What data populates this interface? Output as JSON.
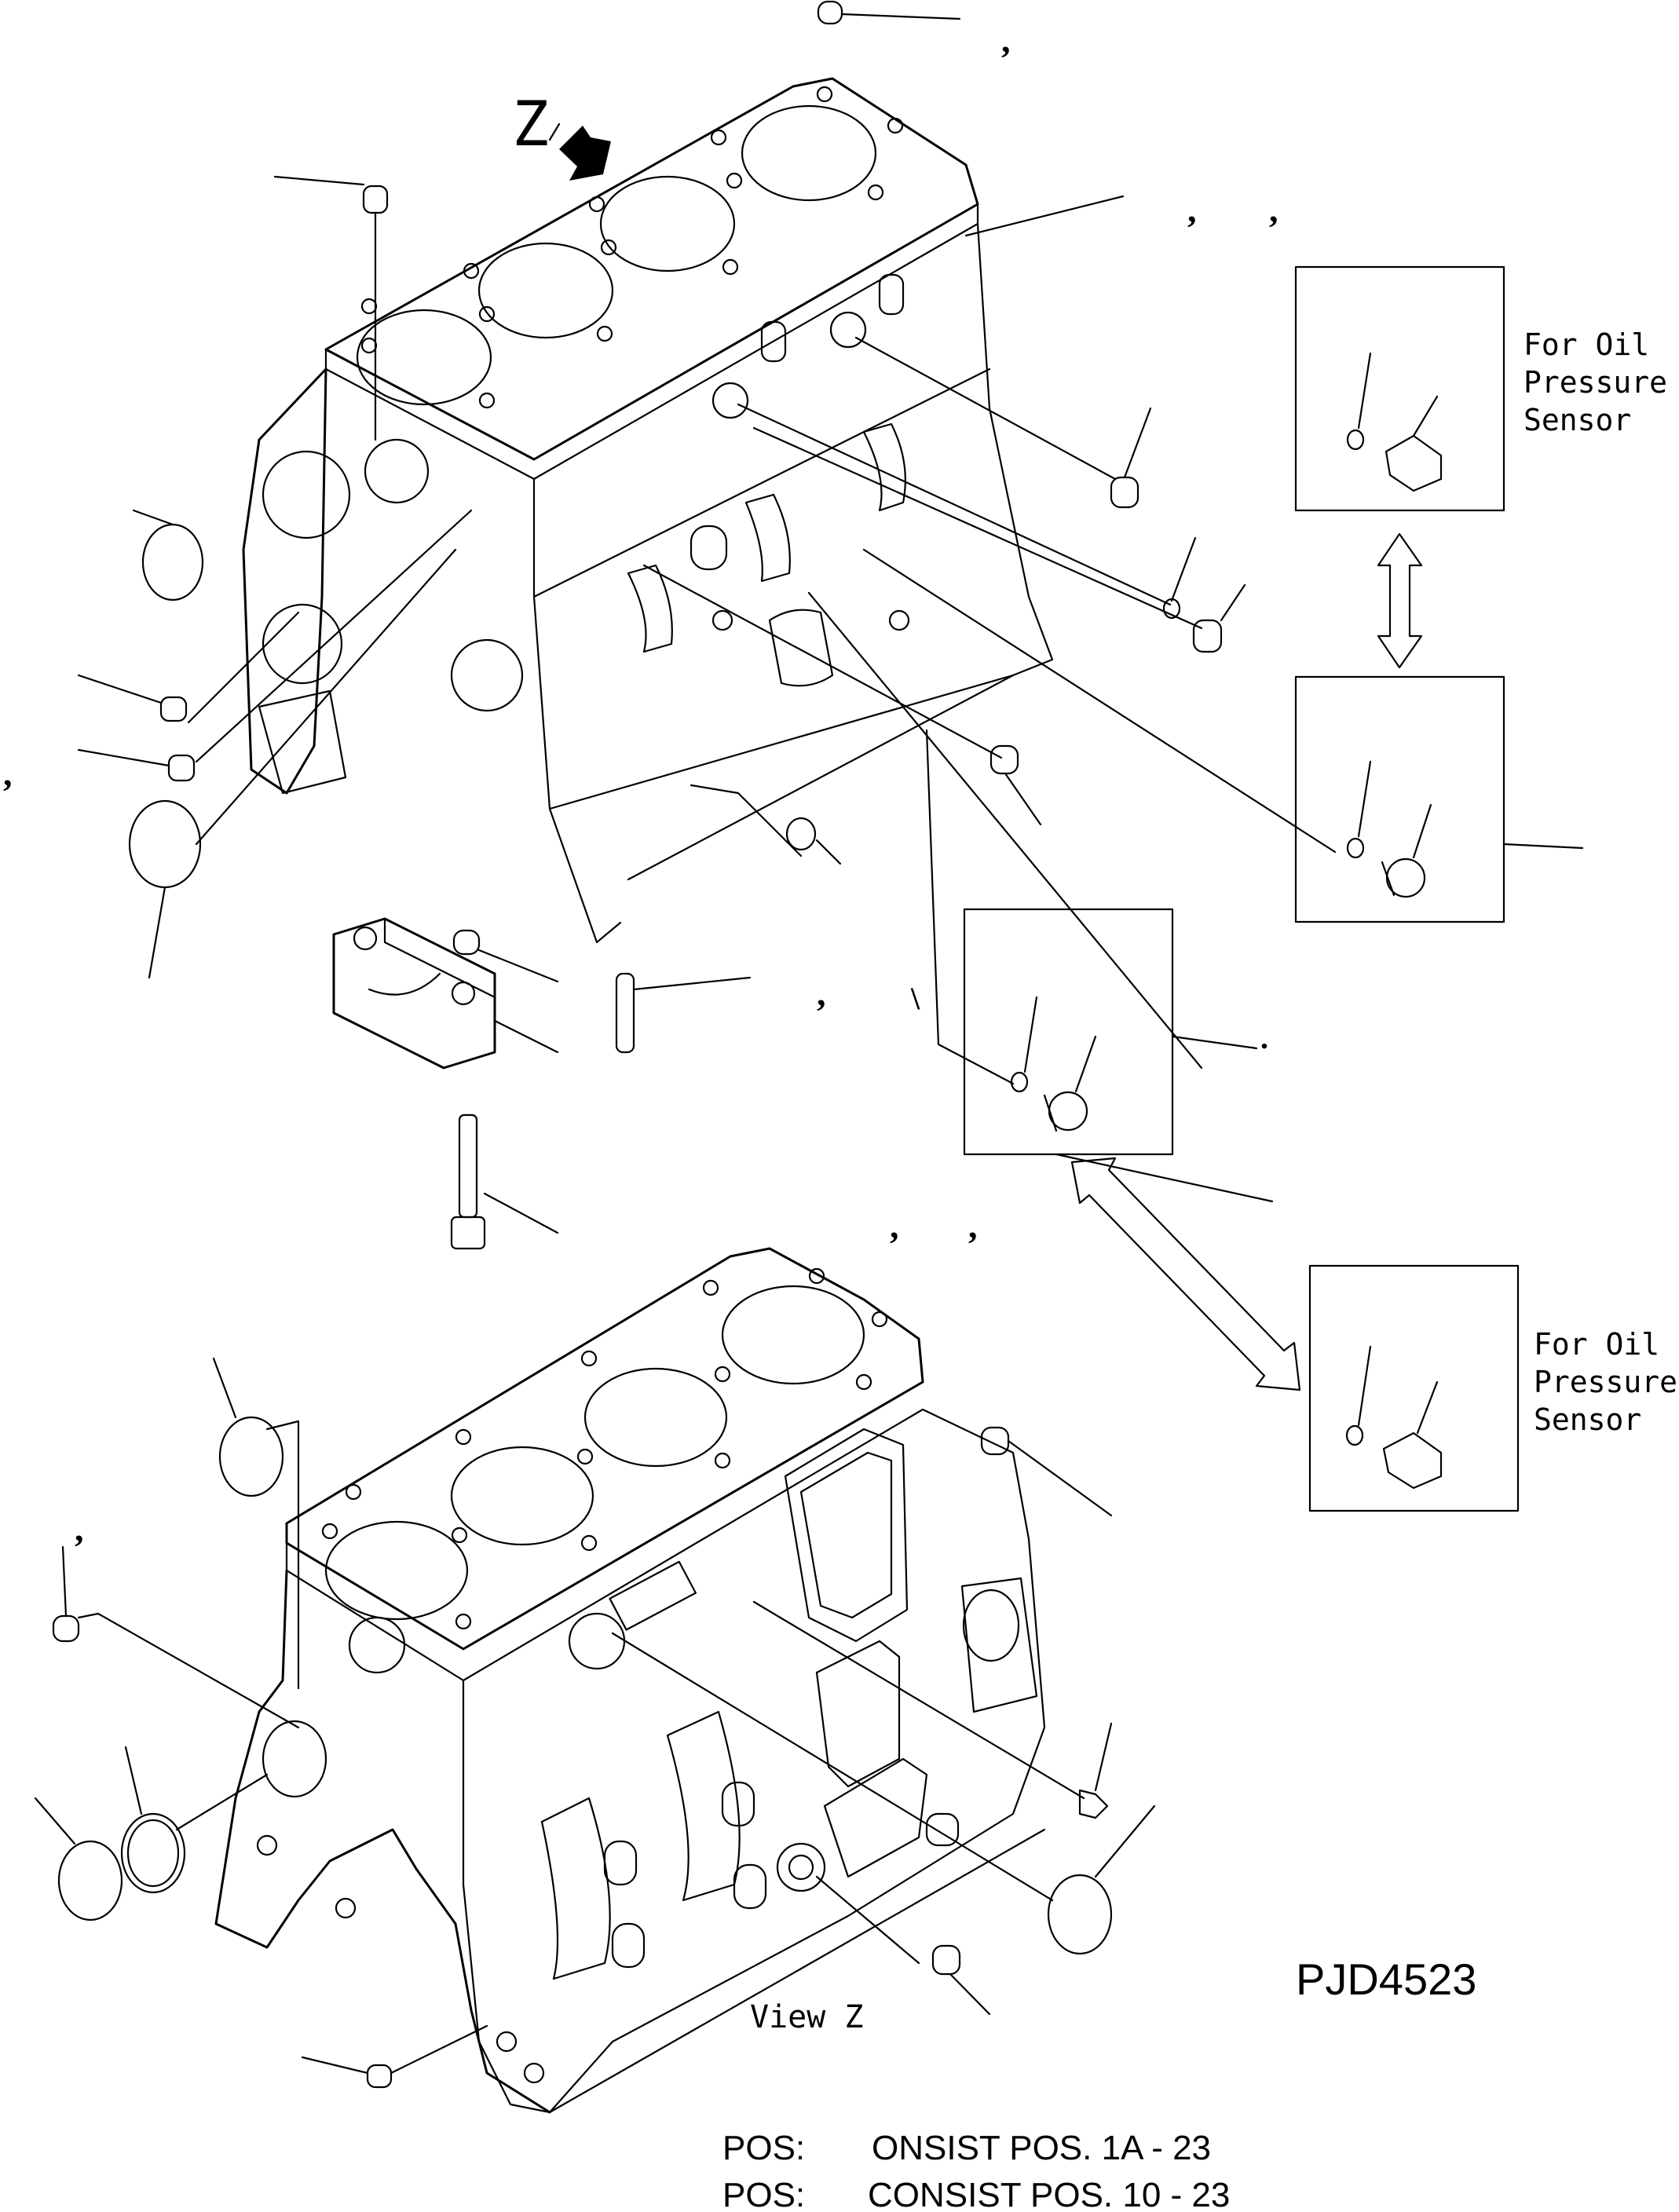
{
  "view_label_top": "Z",
  "inset_boxes": [
    {
      "line1": "For Oil",
      "line2": "Pressure",
      "line3": "Sensor"
    },
    {
      "line1": "For Oil",
      "line2": "Pressure",
      "line3": "Sensor"
    }
  ],
  "view_caption": "View Z",
  "drawing_code": "PJD4523",
  "footer": [
    {
      "label": "POS:",
      "text": "ONSIST POS. 1A - 23"
    },
    {
      "label": "POS:",
      "text": "CONSIST POS. 10 - 23"
    }
  ],
  "marks": {
    "comma": ",",
    "tick": "\\",
    "period": "."
  }
}
